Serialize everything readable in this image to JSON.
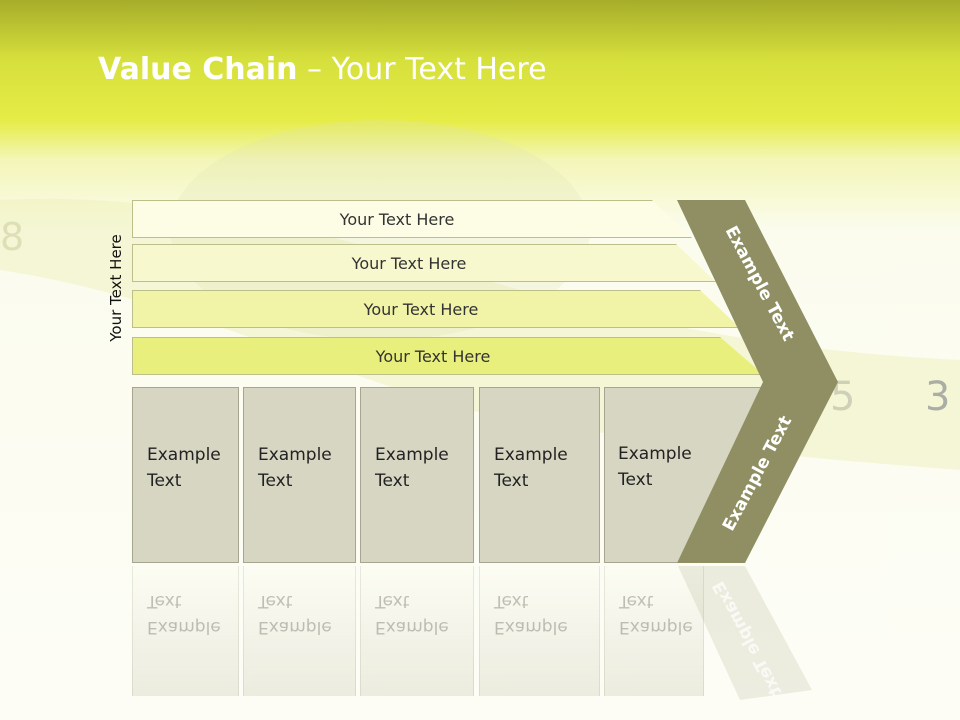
{
  "title": {
    "bold": "Value Chain",
    "rest": " – Your Text Here"
  },
  "side_label": "Your Text Here",
  "bars": [
    {
      "label": "Your Text Here",
      "fill": "#fdfde6"
    },
    {
      "label": "Your Text Here",
      "fill": "#f7f8cd"
    },
    {
      "label": "Your Text Here",
      "fill": "#f1f4a6"
    },
    {
      "label": "Your Text Here",
      "fill": "#e9ef7c"
    }
  ],
  "boxes": [
    {
      "line1": "Example",
      "line2": "Text"
    },
    {
      "line1": "Example",
      "line2": "Text"
    },
    {
      "line1": "Example",
      "line2": "Text"
    },
    {
      "line1": "Example",
      "line2": "Text"
    },
    {
      "line1": "Example",
      "line2": "Text"
    }
  ],
  "chevron": {
    "upper": "Example Text",
    "lower": "Example Text",
    "color": "#8f8f63"
  },
  "colors": {
    "box": "#d7d6c3",
    "box_border": "#a6a590"
  }
}
